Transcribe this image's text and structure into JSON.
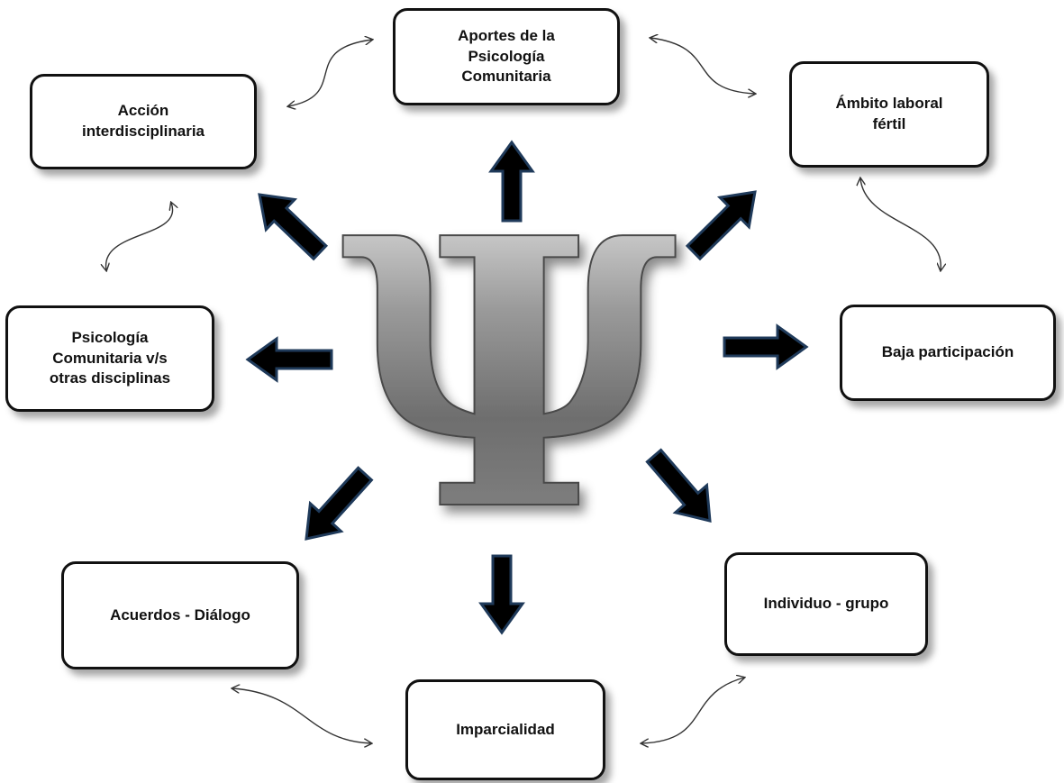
{
  "center": {
    "symbol": "Ψ"
  },
  "nodes": {
    "aportes": "Aportes de la\nPsicología\nComunitaria",
    "accion": "Acción\ninterdisciplinaria",
    "ambito": "Ámbito laboral\nfértil",
    "psicologia_vs": "Psicología\nComunitaria v/s\notras disciplinas",
    "baja": "Baja participación",
    "acuerdos": "Acuerdos - Diálogo",
    "individuo": "Individuo - grupo",
    "imparcialidad": "Imparcialidad"
  }
}
